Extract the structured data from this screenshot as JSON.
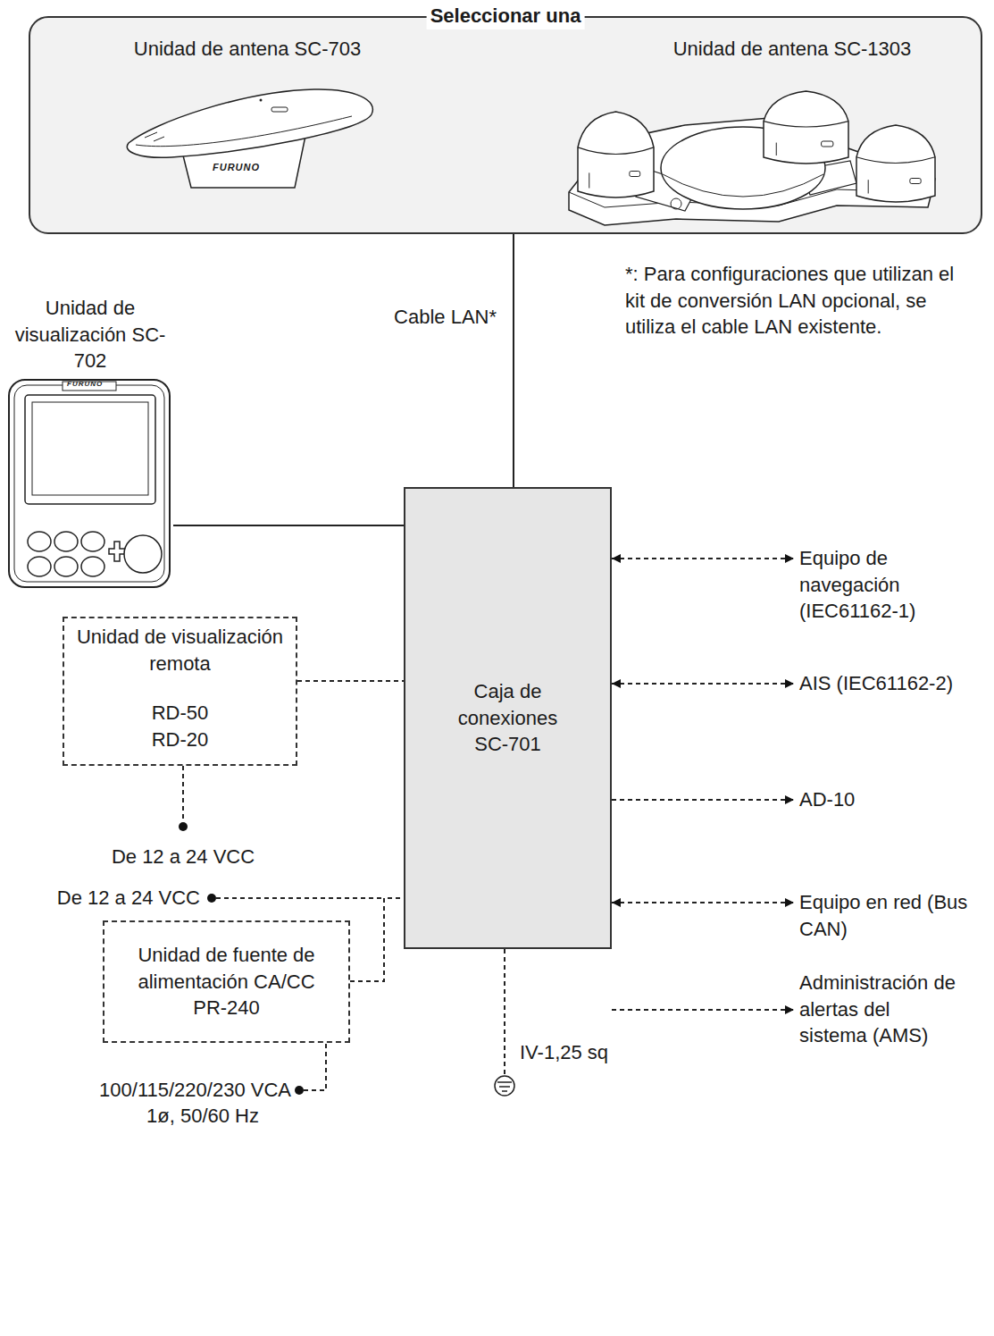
{
  "diagram": {
    "nodes": [
      {
        "text": [
          "Seleccionar una"
        ]
      },
      {
        "text": [
          "Unidad de antena SC-703"
        ],
        "in": 0
      },
      {
        "text": [
          "Unidad de antena SC-1303"
        ],
        "in": 0
      },
      {
        "text": [
          "Unidad de visualización SC-702"
        ]
      },
      {
        "text": [
          "Unidad de visualización remota",
          "RD-50 RD-20"
        ]
      },
      {
        "text": [
          "Caja de conexiones SC-701"
        ]
      },
      {
        "text": [
          "Unidad de fuente de alimentación CA/CC PR-240"
        ]
      },
      {
        "text": [
          "Equipo de navegación (IEC61162-1)"
        ]
      },
      {
        "text": [
          "AIS (IEC61162-2)"
        ]
      },
      {
        "text": [
          "AD-10"
        ]
      },
      {
        "text": [
          "Equipo en red (Bus CAN)"
        ]
      },
      {
        "text": [
          "Administración de alertas del sistema (AMS)"
        ]
      }
    ],
    "edges": [
      {
        "from": 0,
        "to": 5,
        "label": "Cable LAN*",
        "arrow": "none"
      },
      {
        "from": 3,
        "to": 5,
        "arrow": "none"
      },
      {
        "from": 4,
        "to": 5,
        "arrow": "none"
      },
      {
        "from": 5,
        "to": 7,
        "arrow": "both"
      },
      {
        "from": 5,
        "to": 8,
        "arrow": "both"
      },
      {
        "from": 5,
        "to": 9,
        "arrow": "to"
      },
      {
        "from": 5,
        "to": 10,
        "arrow": "both"
      },
      {
        "from": 5,
        "to": 11,
        "arrow": "to"
      },
      {
        "from": 6,
        "to": 5,
        "arrow": "none"
      }
    ],
    "labels": [
      "*: Para configuraciones que utilizan el kit de conversión LAN opcional, se utiliza el cable LAN existente.",
      "De 12 a 24 VCC",
      "De 12 a 24 VCC",
      "100/115/220/230 VCA",
      "1ø, 50/60 Hz",
      "IV-1,25 sq",
      "FURUNO",
      "FURUNO"
    ]
  }
}
